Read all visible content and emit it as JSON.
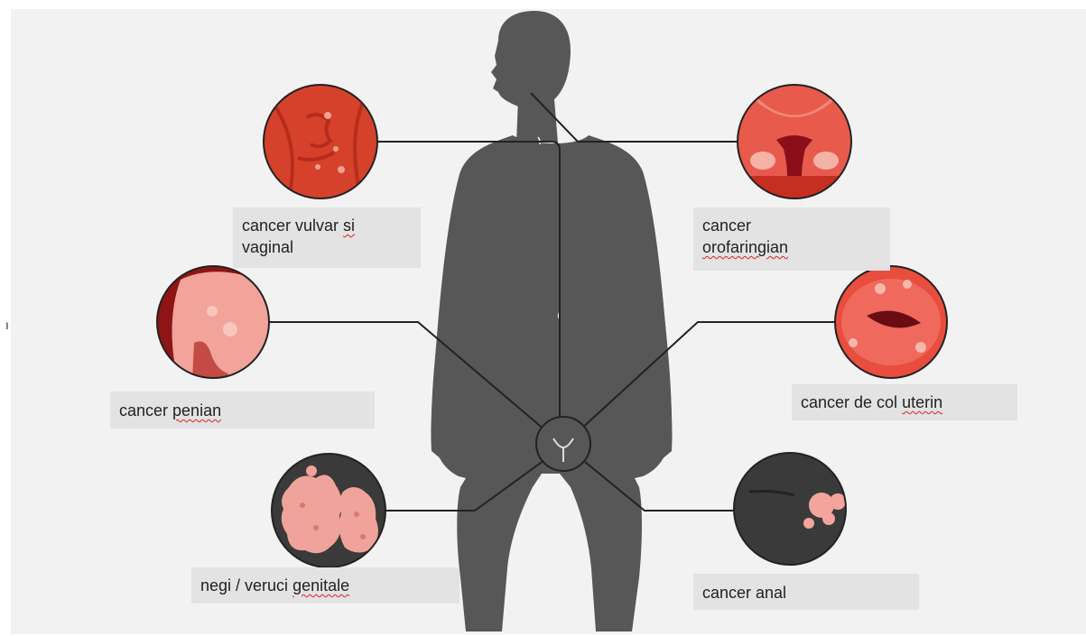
{
  "diagram": {
    "labels": {
      "vulvar_vaginal": {
        "line1": "cancer vulvar ",
        "line1_tail": "si",
        "line2": "vaginal"
      },
      "penile": {
        "prefix": "cancer ",
        "word": "penian"
      },
      "genital_warts": {
        "prefix": "negi / veruci ",
        "word": "genitale"
      },
      "oropharyngeal": {
        "line1": "cancer",
        "line2": "orofaringian"
      },
      "cervical": {
        "prefix": "cancer de col ",
        "word": "uterin"
      },
      "anal": {
        "text": "cancer anal"
      }
    },
    "tick_mark": "ı"
  },
  "colors": {
    "background_panel": "#f2f2f2",
    "silhouette": "#575757",
    "connector": "#222222",
    "label_box": "#e3e3e3",
    "lesion_red": "#d9452e",
    "lesion_dark": "#3a3a3a",
    "lesion_pink": "#f2a39a"
  }
}
